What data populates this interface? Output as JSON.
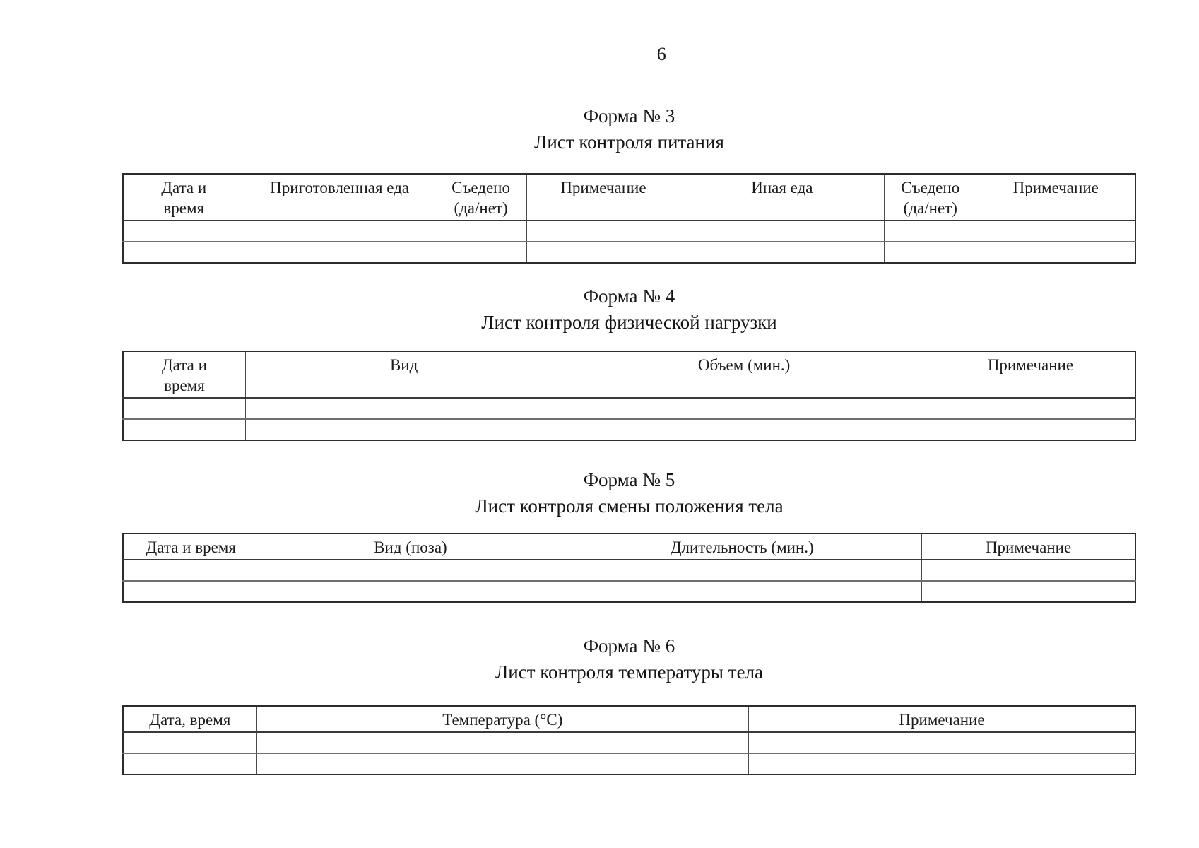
{
  "page": {
    "number": "6"
  },
  "forms": [
    {
      "form_label": "Форма № 3",
      "subtitle": "Лист контроля питания",
      "columns": [
        "Дата и\nвремя",
        "Приготовленная еда",
        "Съедено\n(да/нет)",
        "Примечание",
        "Иная еда",
        "Съедено\n(да/нет)",
        "Примечание"
      ],
      "rows": [
        [
          "",
          "",
          "",
          "",
          "",
          "",
          ""
        ],
        [
          "",
          "",
          "",
          "",
          "",
          "",
          ""
        ]
      ]
    },
    {
      "form_label": "Форма № 4",
      "subtitle": "Лист контроля физической нагрузки",
      "columns": [
        "Дата и\nвремя",
        "Вид",
        "Объем (мин.)",
        "Примечание"
      ],
      "rows": [
        [
          "",
          "",
          "",
          ""
        ],
        [
          "",
          "",
          "",
          ""
        ]
      ]
    },
    {
      "form_label": "Форма № 5",
      "subtitle": "Лист контроля смены положения тела",
      "columns": [
        "Дата и время",
        "Вид (поза)",
        "Длительность (мин.)",
        "Примечание"
      ],
      "rows": [
        [
          "",
          "",
          "",
          ""
        ],
        [
          "",
          "",
          "",
          ""
        ]
      ]
    },
    {
      "form_label": "Форма № 6",
      "subtitle": "Лист контроля температуры тела",
      "columns": [
        "Дата, время",
        "Температура (°С)",
        "Примечание"
      ],
      "rows": [
        [
          "",
          "",
          ""
        ],
        [
          "",
          "",
          ""
        ]
      ]
    }
  ]
}
